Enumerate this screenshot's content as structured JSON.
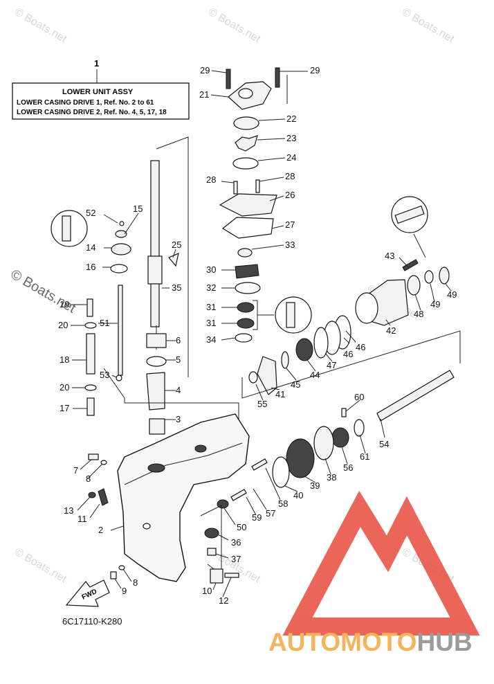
{
  "watermark_text": "© Boats.net",
  "title_box": {
    "ref": "1",
    "line1": "LOWER UNIT ASSY",
    "line2": "LOWER CASING DRIVE 1,  Ref. No. 2 to 61",
    "line3": "LOWER CASING DRIVE 2,  Ref. No. 4, 5, 17, 18"
  },
  "diagram_code": "6C17110-K280",
  "fwd_label": "FWD",
  "brand": {
    "part1": "AUTOMOTO",
    "part2": "HUB",
    "color1": "#f4a640",
    "color2": "#8a8a8a",
    "logo_color": "#e84a3c"
  },
  "callouts": {
    "c29a": "29",
    "c29b": "29",
    "c21": "21",
    "c22": "22",
    "c23": "23",
    "c24": "24",
    "c28a": "28",
    "c28b": "28",
    "c26": "26",
    "c27": "27",
    "c33": "33",
    "c30": "30",
    "c32": "32",
    "c31a": "31",
    "c31b": "31",
    "c34": "34",
    "c52": "52",
    "c15": "15",
    "c14": "14",
    "c16": "16",
    "c25": "25",
    "c35": "35",
    "c19": "19",
    "c20a": "20",
    "c51": "51",
    "c18": "18",
    "c53": "53",
    "c20b": "20",
    "c17": "17",
    "c6": "6",
    "c5": "5",
    "c4": "4",
    "c3": "3",
    "c43": "43",
    "c48": "48",
    "c49a": "49",
    "c49b": "49",
    "c42": "42",
    "c46a": "46",
    "c46b": "46",
    "c47": "47",
    "c44": "44",
    "c45": "45",
    "c41": "41",
    "c55": "55",
    "c60": "60",
    "c54": "54",
    "c61": "61",
    "c56": "56",
    "c38": "38",
    "c39": "39",
    "c40": "40",
    "c58": "58",
    "c57": "57",
    "c59": "59",
    "c50": "50",
    "c36": "36",
    "c37": "37",
    "c7": "7",
    "c8a": "8",
    "c13": "13",
    "c11": "11",
    "c2": "2",
    "c8b": "8",
    "c9": "9",
    "c10": "10",
    "c12": "12"
  }
}
